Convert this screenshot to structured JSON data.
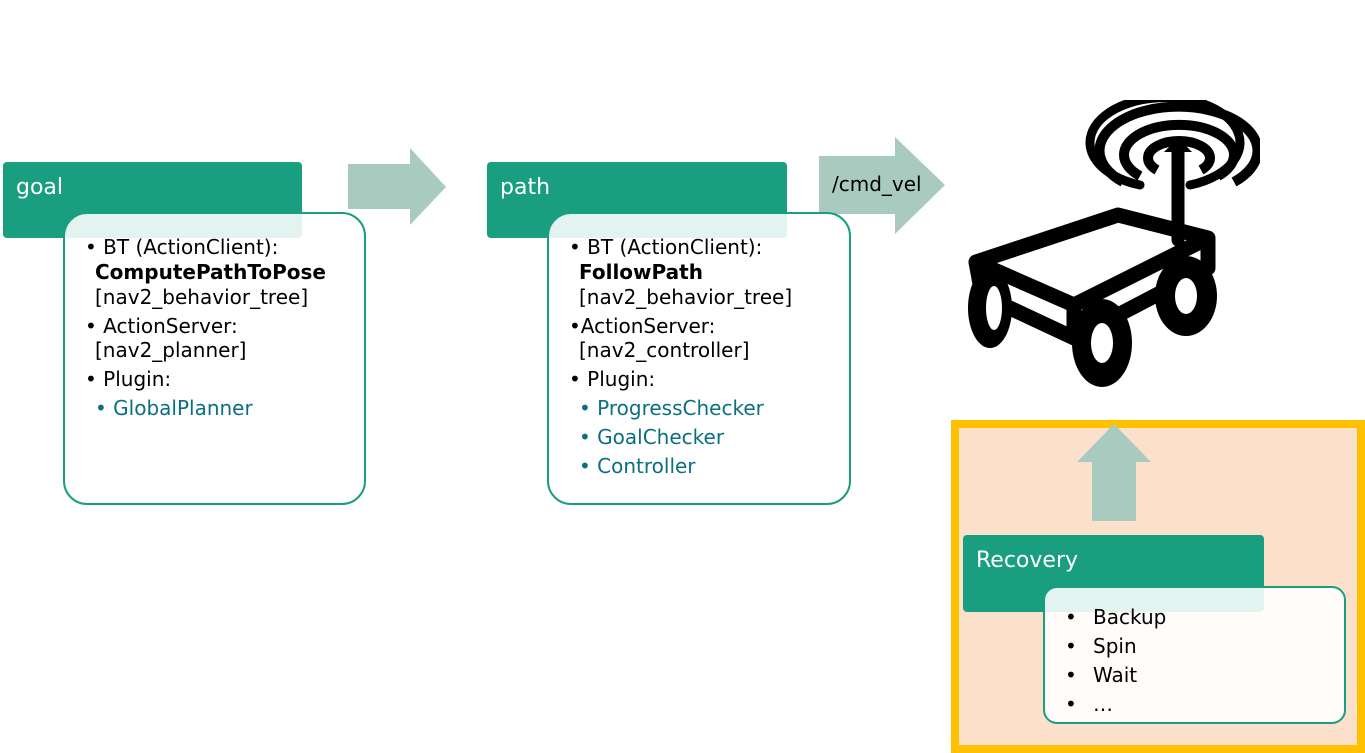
{
  "goal": {
    "title": "goal",
    "lines": [
      "• BT (ActionClient):",
      "ComputePathToPose",
      "[nav2_behavior_tree]",
      "• ActionServer:",
      "[nav2_planner]",
      "• Plugin:"
    ],
    "plugins": [
      "• GlobalPlanner"
    ]
  },
  "path": {
    "title": "path",
    "lines": [
      "• BT (ActionClient):",
      "FollowPath",
      "[nav2_behavior_tree]",
      "•ActionServer:",
      "[nav2_controller]",
      "• Plugin:"
    ],
    "plugins": [
      "• ProgressChecker",
      "• GoalChecker",
      "• Controller"
    ]
  },
  "cmd_vel_label": "/cmd_vel",
  "recovery": {
    "title": "Recovery",
    "items": [
      "Backup",
      "Spin",
      "Wait",
      "…"
    ],
    "bullet": "•"
  },
  "colors": {
    "header": "#199e80",
    "arrow": "#a9cbbf",
    "plugin_text": "#0b6f82",
    "recovery_border": "#ffc000",
    "recovery_fill": "#fbe0cc"
  },
  "icons": {
    "robot": "robot-icon"
  }
}
